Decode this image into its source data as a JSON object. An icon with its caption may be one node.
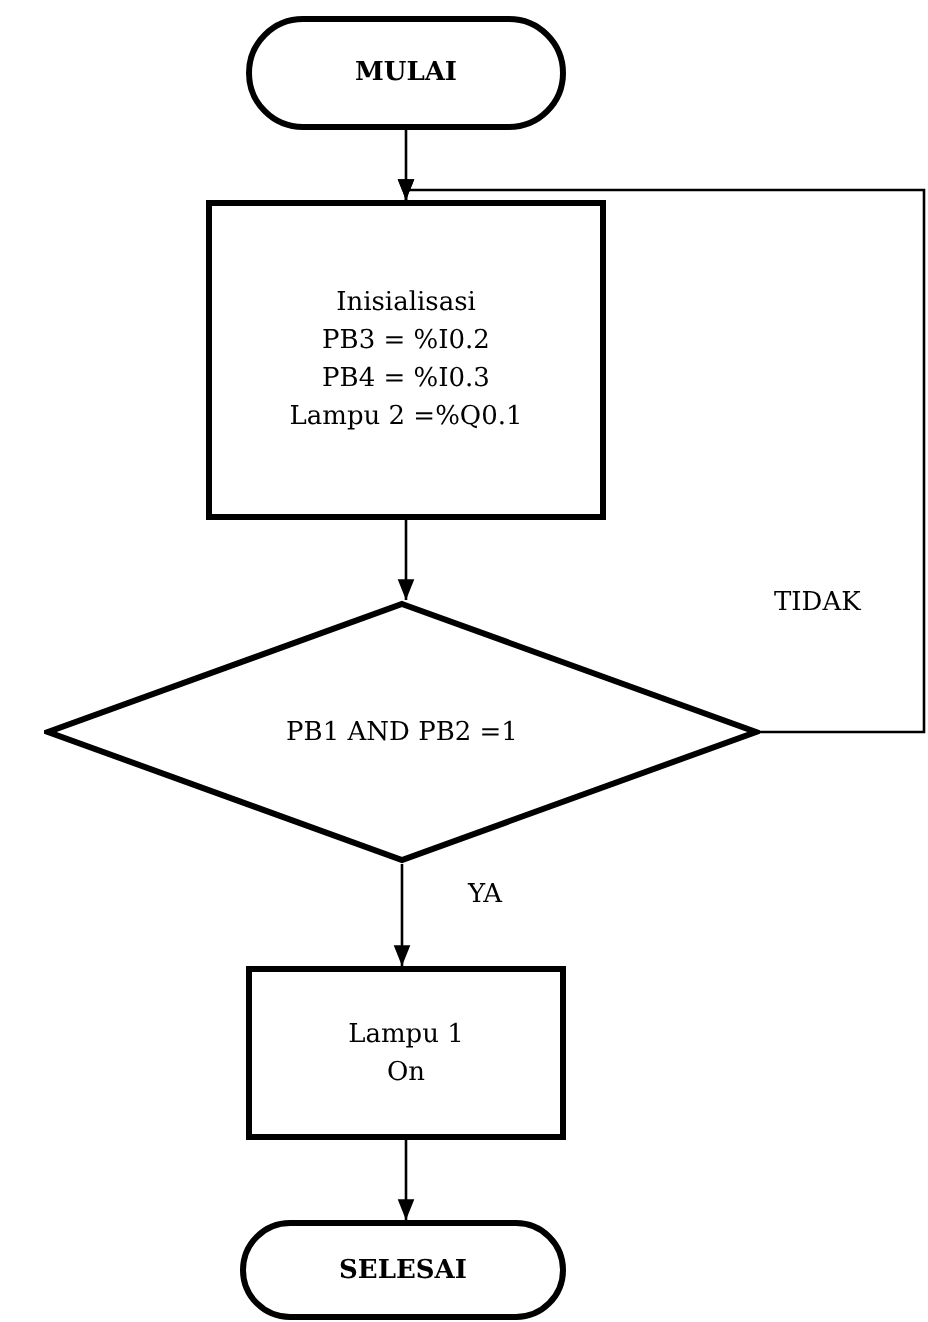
{
  "diagram": {
    "nodes": [
      {
        "text": [
          "MULAI"
        ]
      },
      {
        "text": [
          "Inisialisasi",
          "PB3 = %I0.2",
          "PB4 = %I0.3",
          "Lampu 2 =%Q0.1"
        ]
      },
      {
        "text": [
          "PB1 AND PB2 =1"
        ]
      },
      {
        "text": [
          "Lampu 1",
          "On"
        ]
      },
      {
        "text": [
          "SELESAI"
        ]
      }
    ],
    "edges": [
      {
        "from": 0,
        "to": 1,
        "arrow": "to"
      },
      {
        "from": 1,
        "to": 2,
        "arrow": "to"
      },
      {
        "from": 2,
        "to": 3,
        "arrow": "to",
        "label": "YA"
      },
      {
        "from": 3,
        "to": 4,
        "arrow": "to"
      },
      {
        "from": 2,
        "to": 1,
        "arrow": "to",
        "label": "TIDAK"
      }
    ]
  }
}
